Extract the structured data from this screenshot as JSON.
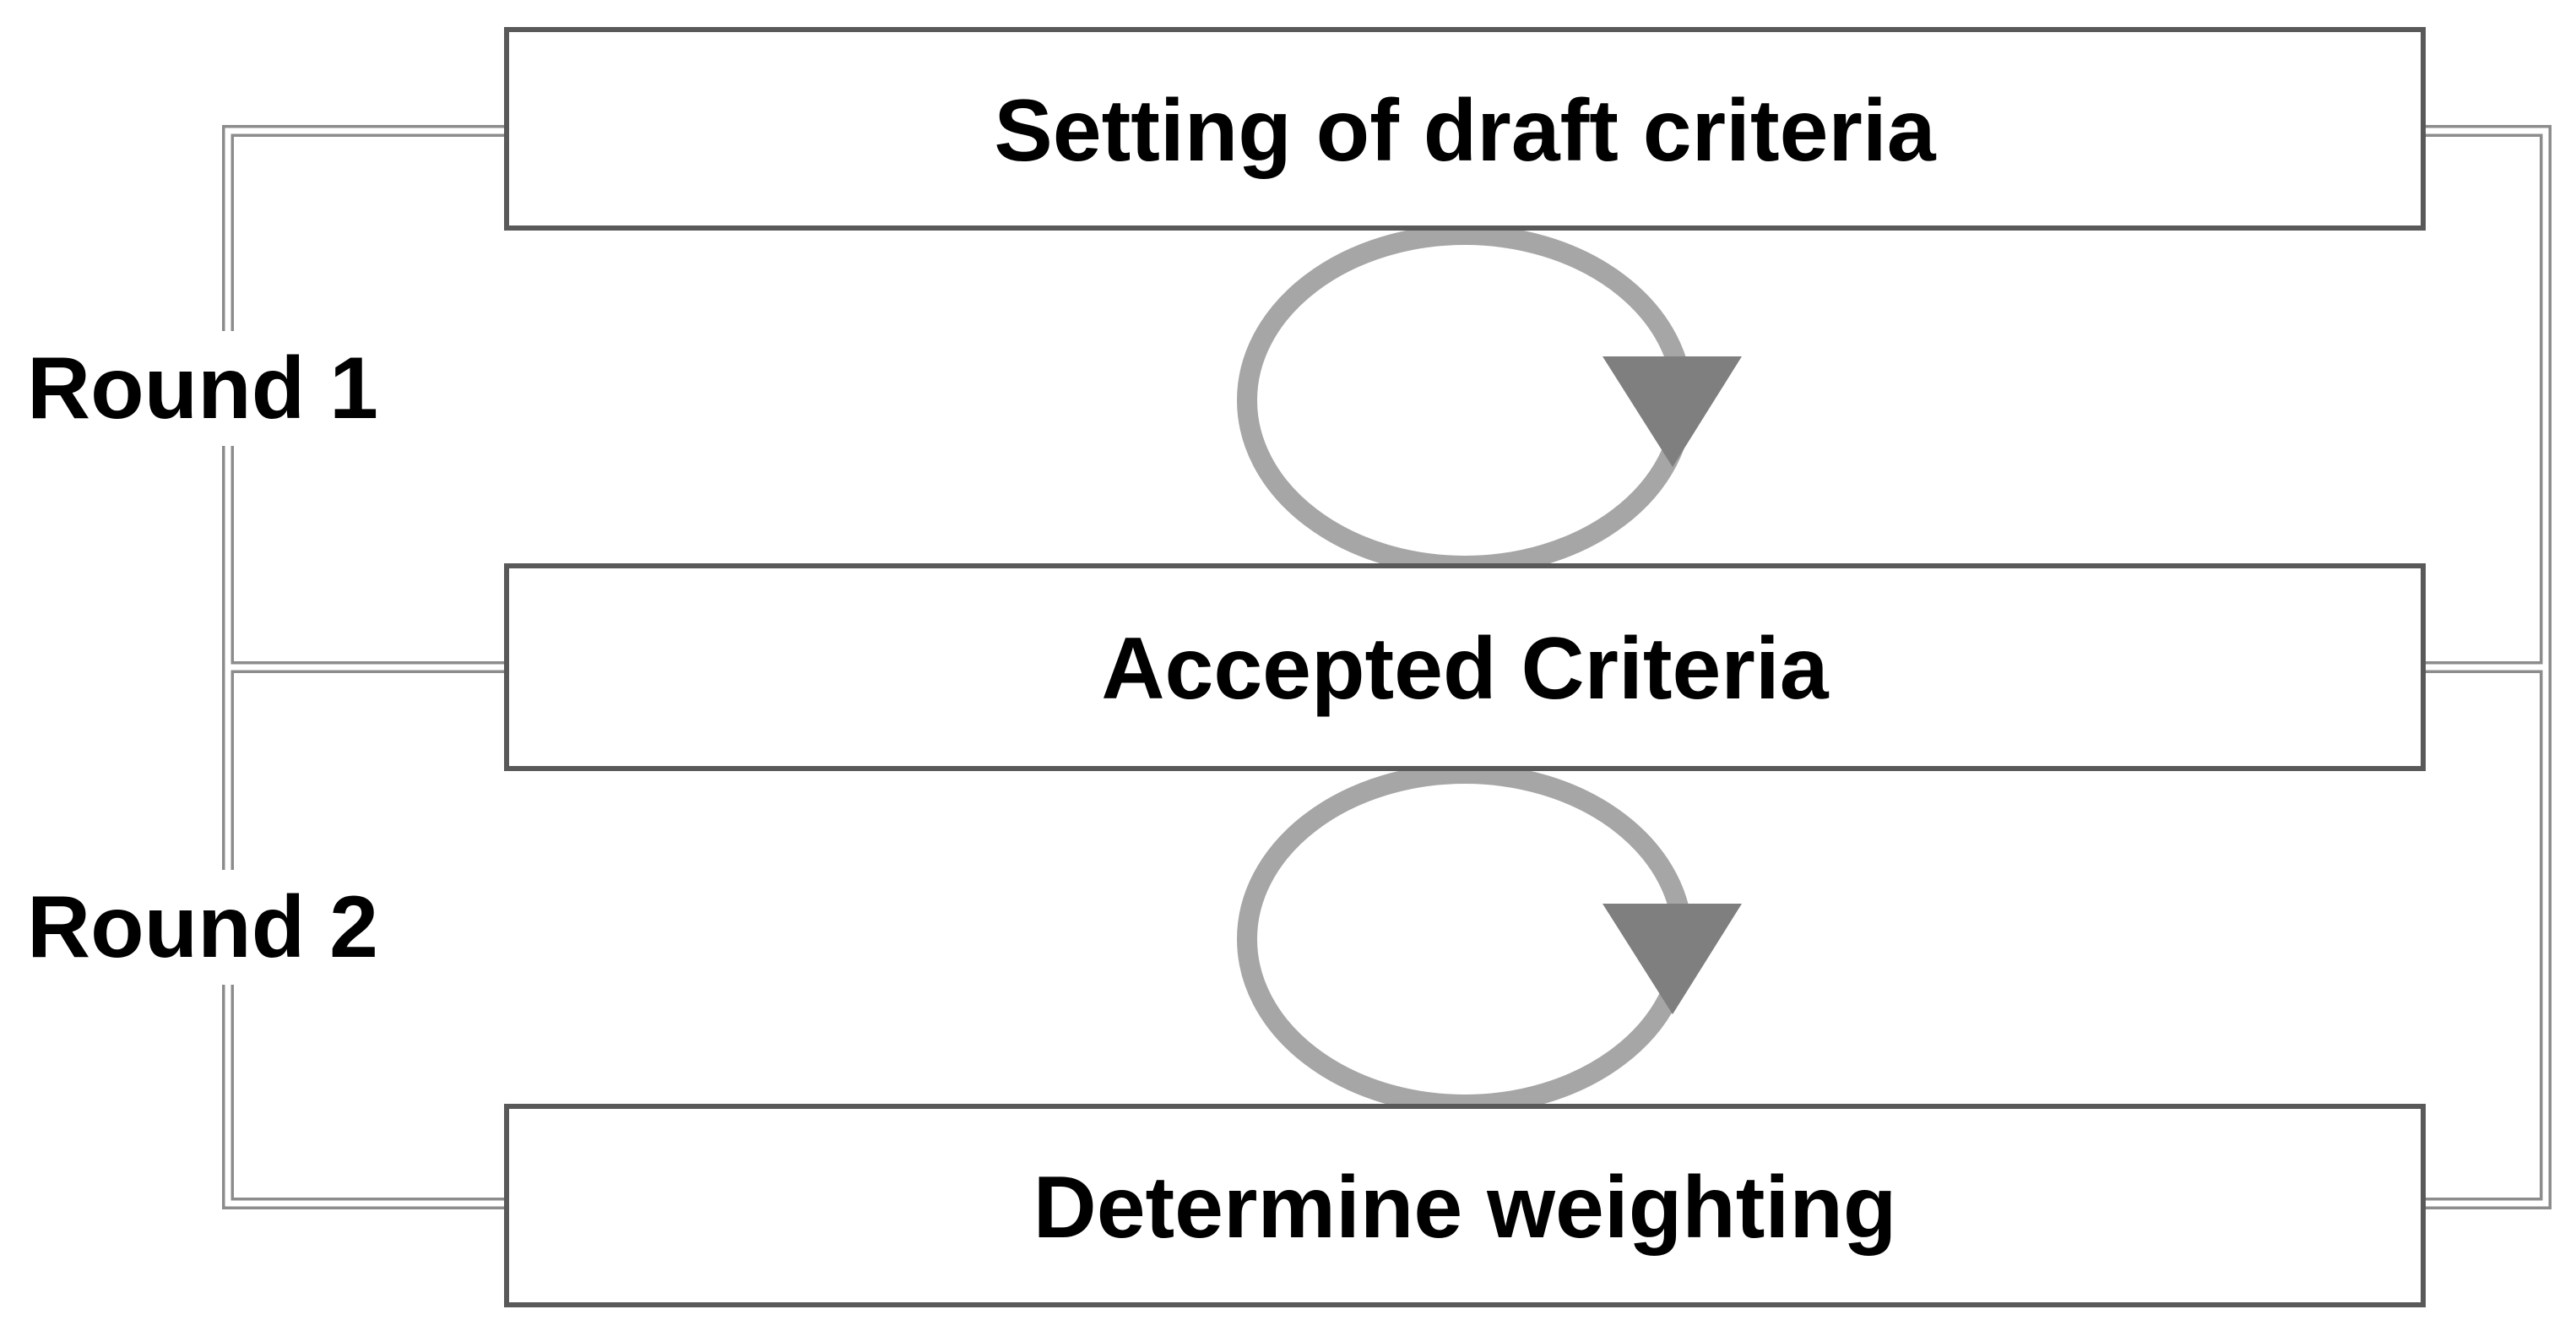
{
  "boxes": [
    {
      "label": "Setting of draft criteria"
    },
    {
      "label": "Accepted Criteria"
    },
    {
      "label": "Determine weighting"
    }
  ],
  "rounds": [
    {
      "label": "Round 1"
    },
    {
      "label": "Round 2"
    }
  ],
  "colors": {
    "box_border": "#595959",
    "bracket": "#8c8c8c",
    "cycle_ring": "#a6a6a6",
    "cycle_arrow": "#7f7f7f",
    "text": "#000000"
  },
  "icons": {
    "cycle": "circular-arrow-icon"
  }
}
